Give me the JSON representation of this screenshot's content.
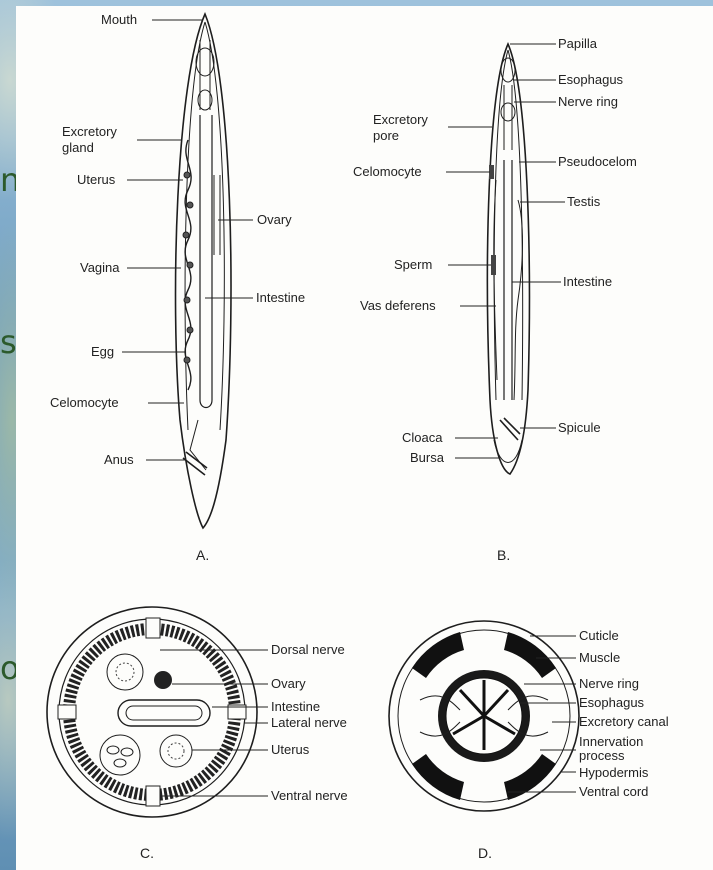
{
  "side_text": [
    "n",
    "s",
    "of"
  ],
  "panel_a": {
    "caption": "A.",
    "labels": {
      "mouth": "Mouth",
      "excretory_gland_1": "Excretory",
      "excretory_gland_2": "gland",
      "uterus": "Uterus",
      "ovary": "Ovary",
      "vagina": "Vagina",
      "intestine": "Intestine",
      "egg": "Egg",
      "celomocyte": "Celomocyte",
      "anus": "Anus"
    }
  },
  "panel_b": {
    "caption": "B.",
    "labels": {
      "papilla": "Papilla",
      "esophagus": "Esophagus",
      "nerve_ring": "Nerve ring",
      "excretory_pore_1": "Excretory",
      "excretory_pore_2": "pore",
      "pseudocelom": "Pseudocelom",
      "celomocyte": "Celomocyte",
      "testis": "Testis",
      "sperm": "Sperm",
      "intestine": "Intestine",
      "vas_deferens": "Vas deferens",
      "cloaca": "Cloaca",
      "spicule": "Spicule",
      "bursa": "Bursa"
    }
  },
  "panel_c": {
    "caption": "C.",
    "labels": {
      "dorsal_nerve": "Dorsal nerve",
      "ovary": "Ovary",
      "intestine": "Intestine",
      "lateral_nerve": "Lateral nerve",
      "uterus": "Uterus",
      "ventral_nerve": "Ventral nerve"
    }
  },
  "panel_d": {
    "caption": "D.",
    "labels": {
      "cuticle": "Cuticle",
      "muscle": "Muscle",
      "nerve_ring": "Nerve ring",
      "esophagus": "Esophagus",
      "excretory_canal": "Excretory canal",
      "innervation_1": "Innervation",
      "innervation_2": "process",
      "hypodermis": "Hypodermis",
      "ventral_cord": "Ventral cord"
    }
  }
}
